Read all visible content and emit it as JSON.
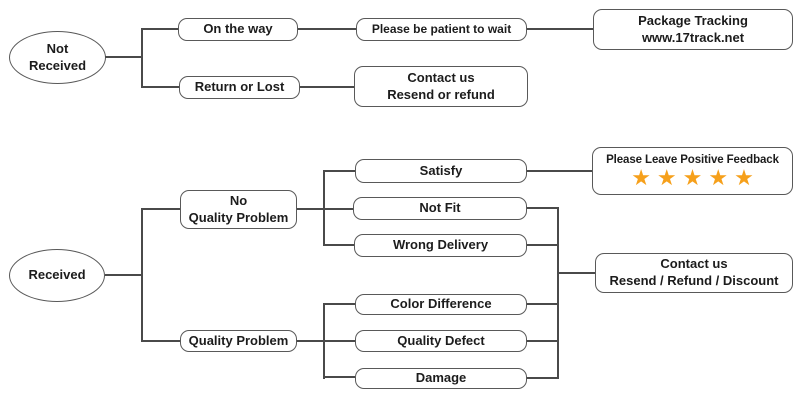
{
  "palette": {
    "background": "#ffffff",
    "box_border": "#595959",
    "connector": "#4a4a4a",
    "text": "#1c1c1c",
    "star": "#F6A01B"
  },
  "flowchart": {
    "not_received": {
      "line1": "Not",
      "line2": "Received"
    },
    "on_the_way": {
      "label": "On the way"
    },
    "be_patient": {
      "label": "Please be patient to wait"
    },
    "package_tracking": {
      "line1": "Package Tracking",
      "line2": "www.17track.net"
    },
    "return_or_lost": {
      "label": "Return or Lost"
    },
    "contact_top": {
      "line1": "Contact us",
      "line2": "Resend or refund"
    },
    "received": {
      "label": "Received"
    },
    "no_quality_problem": {
      "line1": "No",
      "line2": "Quality Problem"
    },
    "satisfy": {
      "label": "Satisfy"
    },
    "feedback": {
      "title": "Please Leave Positive Feedback",
      "stars": "★★★★★",
      "star_count": 5
    },
    "not_fit": {
      "label": "Not Fit"
    },
    "wrong_delivery": {
      "label": "Wrong Delivery"
    },
    "quality_problem": {
      "label": "Quality Problem"
    },
    "color_difference": {
      "label": "Color Difference"
    },
    "quality_defect": {
      "label": "Quality Defect"
    },
    "damage": {
      "label": "Damage"
    },
    "contact_bottom": {
      "line1": "Contact us",
      "line2": "Resend / Refund / Discount"
    }
  }
}
